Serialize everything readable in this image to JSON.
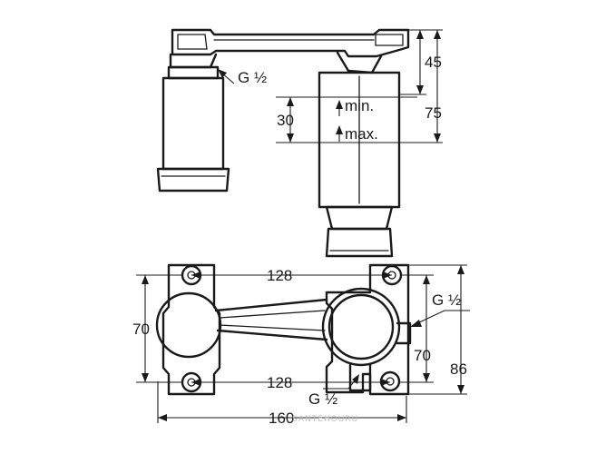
{
  "labels": {
    "thread_top": "G ½",
    "dim_45": "45",
    "dim_75": "75",
    "dim_30": "30",
    "min": "min.",
    "max": "max.",
    "dim_128_top": "128",
    "dim_128_bottom": "128",
    "thread_right": "G ½",
    "dim_70_left": "70",
    "dim_70_right": "70",
    "dim_86": "86",
    "thread_bottom": "G ½",
    "dim_160": "160",
    "watermark": "SANTEHOURU"
  }
}
